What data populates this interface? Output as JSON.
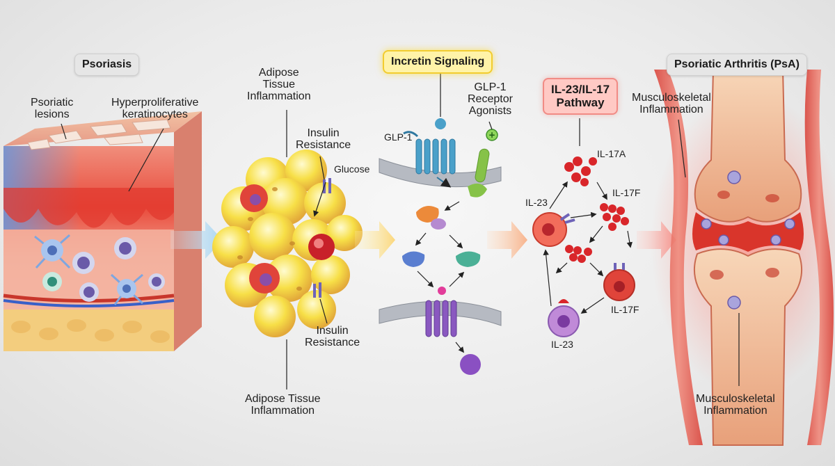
{
  "titles": {
    "psoriasis": "Psoriasis",
    "incretin": "Incretin Signaling",
    "il_pathway": "IL-23/IL-17\nPathway",
    "psa": "Psoriatic Arthritis (PsA)"
  },
  "skin": {
    "lesions": "Psoriatic\nlesions",
    "keratinocytes": "Hyperproliferative\nkeratinocytes"
  },
  "adipose": {
    "inflammation_top": "Adipose\nTissue\nInflammation",
    "insulin_top": "Insulin\nResistance",
    "glucose": "Glucose",
    "insulin_bottom": "Insulin\nResistance",
    "inflammation_bottom": "Adipose Tissue\nInflammation"
  },
  "incretin": {
    "glp1": "GLP-1",
    "agonists": "GLP-1\nReceptor\nAgonists"
  },
  "cytokines": {
    "il17a": "IL-17A",
    "il23_left": "IL-23",
    "il17f_top": "IL-17F",
    "il17f_bottom": "IL-17F",
    "il23_bottom": "IL-23"
  },
  "joint": {
    "inflammation_top": "Musculoskeletal\nInflammation",
    "inflammation_bottom": "Musculoskeletal\nInflammation"
  },
  "colors": {
    "flow_arrow": "#f7c58a",
    "skin_red": "#e8473a",
    "adipocyte": "#f7df47",
    "membrane": "#9a9ea6",
    "cytokine": "#e02b2b"
  }
}
